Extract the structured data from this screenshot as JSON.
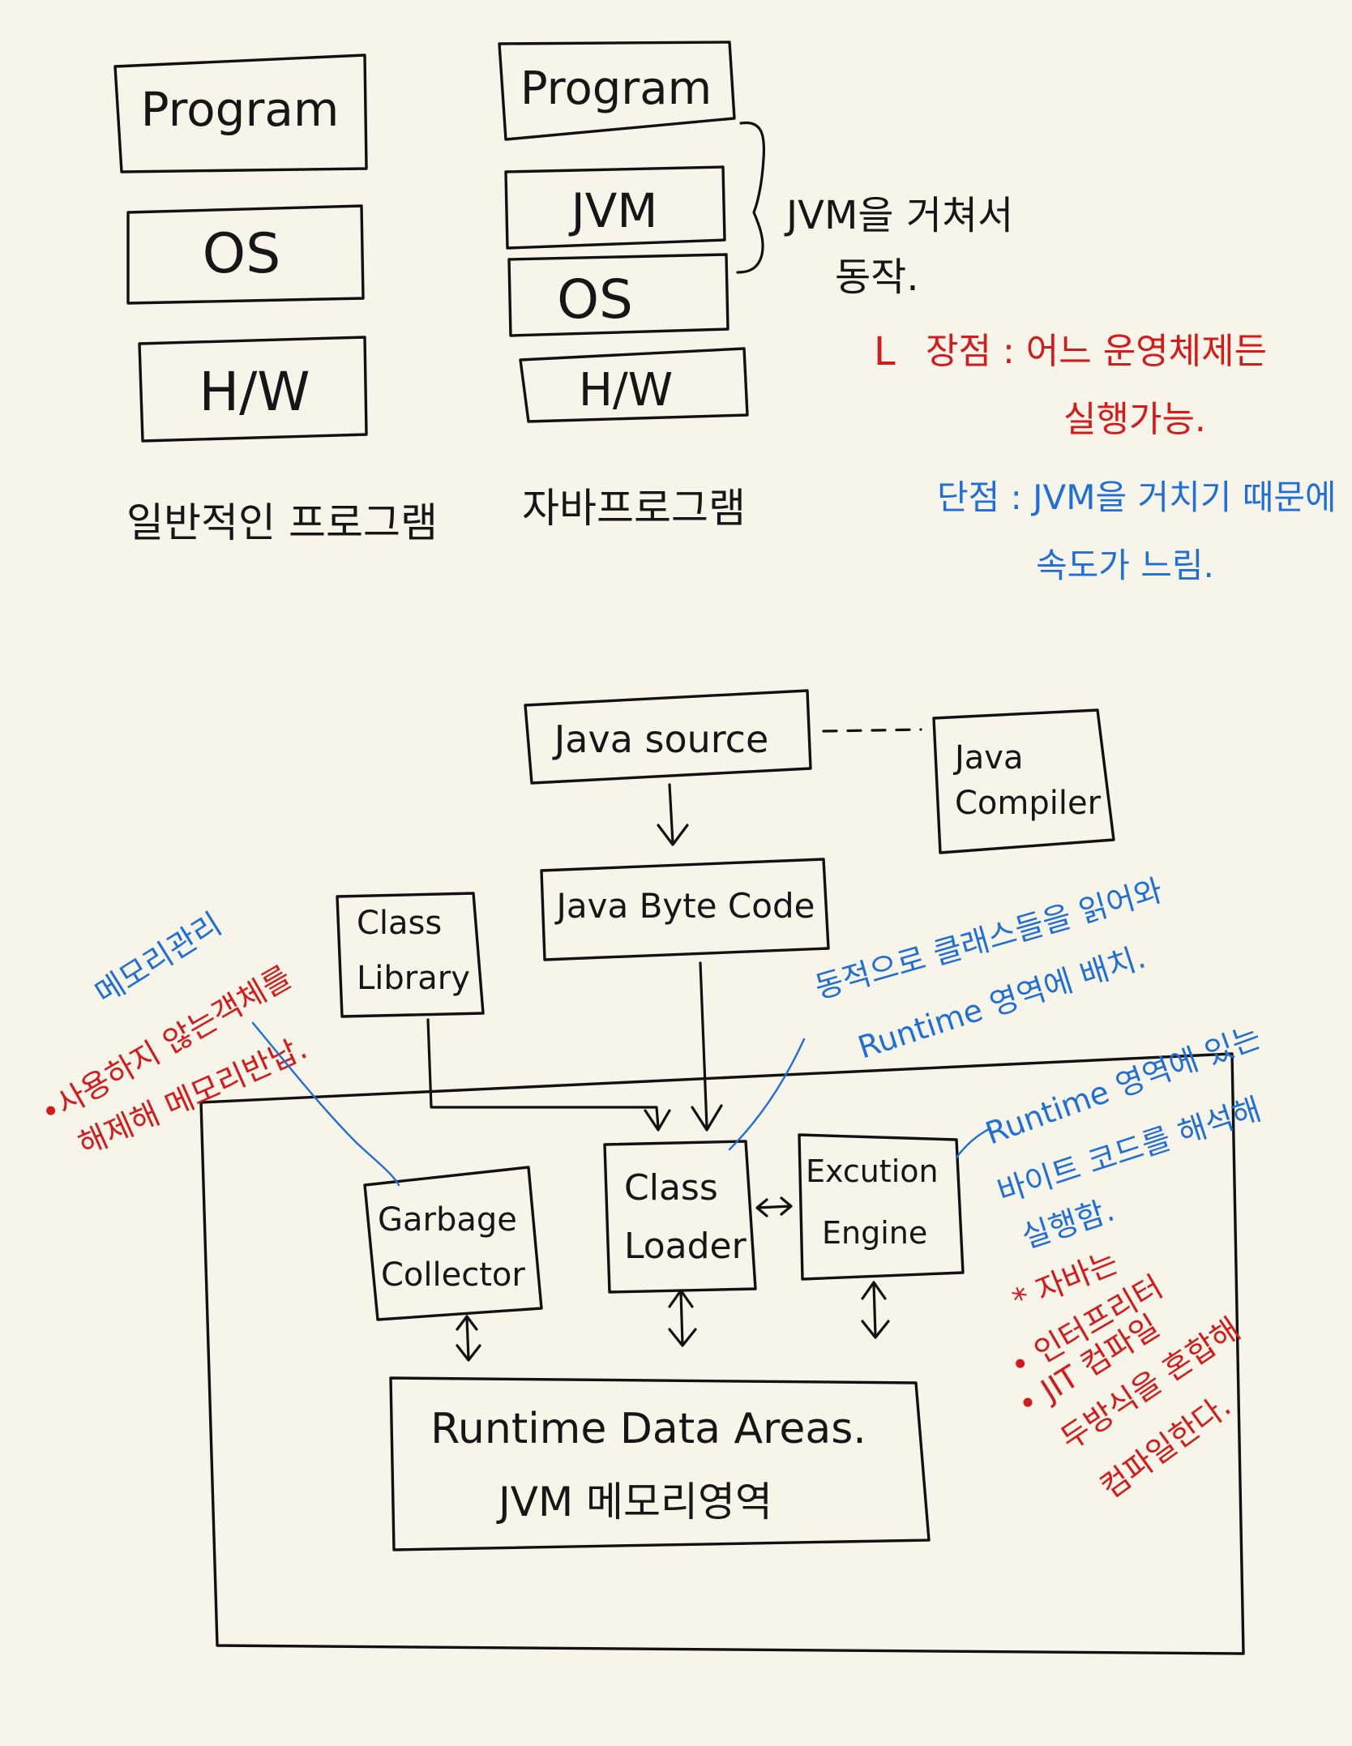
{
  "stacks": {
    "general": {
      "layers": [
        "Program",
        "OS",
        "H/W"
      ],
      "caption": "일반적인 프로그램"
    },
    "java": {
      "layers": [
        "Program",
        "JVM",
        "OS",
        "H/W"
      ],
      "caption": "자바프로그램"
    }
  },
  "notes": {
    "jvm_note_line1": "JVM을 거쳐서",
    "jvm_note_line2": "동작.",
    "adv_bracket": "L",
    "adv_line1": "장점 : 어느 운영체제든",
    "adv_line2": "실행가능.",
    "disadv_line1": "단점 : JVM을 거치기 때문에",
    "disadv_line2": "속도가 느림."
  },
  "architecture": {
    "java_source": "Java source",
    "java_compiler_line1": "Java",
    "java_compiler_line2": "Compiler",
    "bytecode": "Java Byte Code",
    "class_library_line1": "Class",
    "class_library_line2": "Library",
    "garbage_collector_line1": "Garbage",
    "garbage_collector_line2": "Collector",
    "class_loader_line1": "Class",
    "class_loader_line2": "Loader",
    "execution_engine_line1": "Excution",
    "execution_engine_line2": "Engine",
    "runtime_areas_line1": "Runtime Data Areas.",
    "runtime_areas_line2": "JVM 메모리영역"
  },
  "annotations": {
    "memory_mgmt_title": "메모리관리",
    "memory_mgmt_line1": "•사용하지 않는객체를",
    "memory_mgmt_line2": "해제해 메모리반납.",
    "loader_note_line1": "동적으로 클래스들을 읽어와",
    "loader_note_line2": "Runtime 영역에 배치.",
    "engine_note_line1": "Runtime 영역에 있는",
    "engine_note_line2": "바이트 코드를 해석해",
    "engine_note_line3": "실행함.",
    "java_mode_title": "* 자바는",
    "java_mode_line1": "• 인터프리터",
    "java_mode_line2": "• JIT 컴파일",
    "java_mode_line3": "두방식을 혼합해",
    "java_mode_line4": "컴파일한다."
  },
  "colors": {
    "ink": "#111111",
    "red": "#d61a1a",
    "blue": "#1f6fd6",
    "paper": "#f7f4ea"
  }
}
